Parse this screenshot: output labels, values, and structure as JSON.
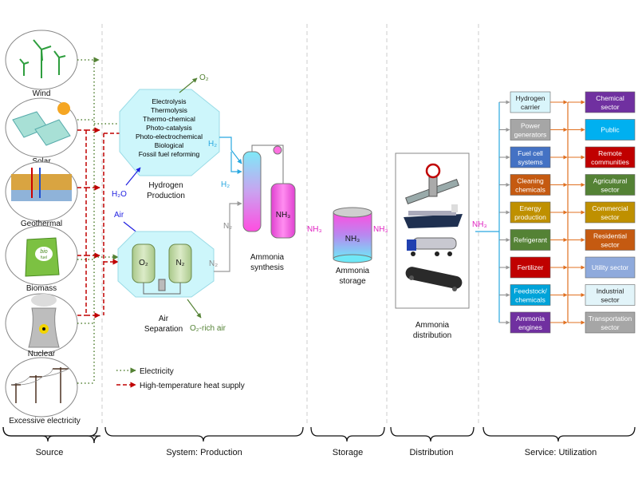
{
  "sources": [
    "Wind",
    "Solar",
    "Geothermal",
    "Biomass",
    "Nuclear",
    "Excessive electricity"
  ],
  "biomass_bag_text": [
    "bio",
    "fuel"
  ],
  "production": {
    "methods": [
      "Electrolysis",
      "Thermolysis",
      "Thermo-chemical",
      "Photo-catalysis",
      "Photo-electrochemical",
      "Biological",
      "Fossil fuel reforming"
    ],
    "hydrogen_production": [
      "Hydrogen",
      "Production"
    ],
    "air_separation": [
      "Air",
      "Separation"
    ],
    "o2": "O₂",
    "h2o": "H₂O",
    "air": "Air",
    "o2_rich_air": "O₂-rich air",
    "o2_vessel": "O₂",
    "n2_vessel": "N₂",
    "h2_top": "H₂",
    "h2_side": "H₂",
    "n2_side": "N₂",
    "n2_lower": "N₂",
    "nh3_vessel": "NH₃",
    "ammonia_synthesis": [
      "Ammonia",
      "synthesis"
    ]
  },
  "nh3_label": "NH₃",
  "storage": {
    "tank_label": "NH₃",
    "caption": [
      "Ammonia",
      "storage"
    ]
  },
  "distribution": {
    "caption": [
      "Ammonia",
      "distribution"
    ]
  },
  "carriers": [
    {
      "lines": [
        "Hydrogen",
        "carrier"
      ],
      "fill": "#d9f5fb",
      "text": "#222222"
    },
    {
      "lines": [
        "Power",
        "generators"
      ],
      "fill": "#a6a6a6",
      "text": "#ffffff"
    },
    {
      "lines": [
        "Fuel cell",
        "systems"
      ],
      "fill": "#4472c4",
      "text": "#ffffff"
    },
    {
      "lines": [
        "Cleaning",
        "chemicals"
      ],
      "fill": "#c55a11",
      "text": "#ffffff"
    },
    {
      "lines": [
        "Energy",
        "production"
      ],
      "fill": "#bf9000",
      "text": "#ffffff"
    },
    {
      "lines": [
        "Refrigerant"
      ],
      "fill": "#548235",
      "text": "#ffffff"
    },
    {
      "lines": [
        "Fertilizer"
      ],
      "fill": "#c00000",
      "text": "#ffffff"
    },
    {
      "lines": [
        "Feedstock/",
        "chemicals"
      ],
      "fill": "#00a3d9",
      "text": "#ffffff"
    },
    {
      "lines": [
        "Ammonia",
        "engines"
      ],
      "fill": "#7030a0",
      "text": "#ffffff"
    }
  ],
  "sectors": [
    {
      "lines": [
        "Chemical",
        "sector"
      ],
      "fill": "#7030a0",
      "text": "#ffffff"
    },
    {
      "lines": [
        "Public"
      ],
      "fill": "#00b0f0",
      "text": "#ffffff"
    },
    {
      "lines": [
        "Remote",
        "communities"
      ],
      "fill": "#c00000",
      "text": "#ffffff"
    },
    {
      "lines": [
        "Agricultural",
        "sector"
      ],
      "fill": "#548235",
      "text": "#ffffff"
    },
    {
      "lines": [
        "Commercial",
        "sector"
      ],
      "fill": "#bf9000",
      "text": "#ffffff"
    },
    {
      "lines": [
        "Residential",
        "sector"
      ],
      "fill": "#c55a11",
      "text": "#ffffff"
    },
    {
      "lines": [
        "Utility sector"
      ],
      "fill": "#8faadc",
      "text": "#ffffff"
    },
    {
      "lines": [
        "Industrial",
        "sector"
      ],
      "fill": "#e2f4f9",
      "text": "#222222"
    },
    {
      "lines": [
        "Transportation",
        "sector"
      ],
      "fill": "#a6a6a6",
      "text": "#ffffff"
    }
  ],
  "legend": {
    "electricity": "Electricity",
    "heat": "High-temperature heat supply"
  },
  "sections": [
    "Source",
    "System: Production",
    "Storage",
    "Distribution",
    "Service: Utilization"
  ],
  "colors": {
    "electricity": "#548235",
    "heat": "#c00000",
    "hydrogen": "#29a8e0",
    "nh3": "#e020c0",
    "water": "#1f1fe0",
    "nitrogen": "#999999",
    "service_line": "#e07020",
    "octagon": "#cdf6fb"
  }
}
